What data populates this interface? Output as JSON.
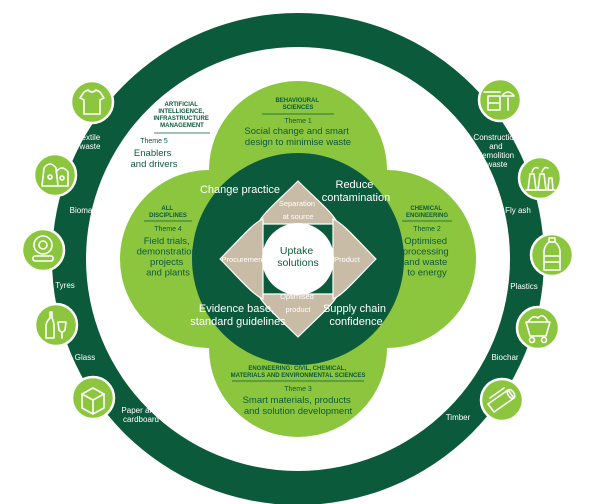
{
  "center": {
    "line1": "Uptake",
    "line2": "solutions"
  },
  "petals": {
    "top": "Separation",
    "top2": "at source",
    "bottom": "Optimised",
    "bottom2": "product",
    "left": "Procurement",
    "right": "Product"
  },
  "quadrants": {
    "tl": [
      "Change practice"
    ],
    "tr": [
      "Reduce",
      "contamination"
    ],
    "bl": [
      "Evidence base,",
      "standard guidelines"
    ],
    "br": [
      "Supply chain",
      "confidence"
    ]
  },
  "themes": {
    "top": {
      "discipline": [
        "BEHAVIOURAL",
        "SCIENCES"
      ],
      "num": "Theme 1",
      "title": [
        "Social change and smart",
        "design to minimise waste"
      ]
    },
    "right": {
      "discipline": [
        "CHEMICAL",
        "ENGINEERING"
      ],
      "num": "Theme 2",
      "title": [
        "Optimised",
        "processing",
        "and waste",
        "to energy"
      ]
    },
    "bottom": {
      "discipline": [
        "ENGINEERING: CIVIL, CHEMICAL,",
        "MATERIALS AND ENVIRONMENTAL SCIENCES"
      ],
      "num": "Theme 3",
      "title": [
        "Smart materials, products",
        "and solution development"
      ]
    },
    "left": {
      "discipline": [
        "ALL",
        "DISCIPLINES"
      ],
      "num": "Theme 4",
      "title": [
        "Field trials,",
        "demonstration",
        "projects",
        "and plants"
      ]
    },
    "fifth": {
      "discipline": [
        "ARTIFICIAL",
        "INTELLIGENCE,",
        "INFRASTRUCTURE",
        "MANAGEMENT"
      ],
      "num": "Theme 5",
      "title": [
        "Enablers",
        "and drivers"
      ]
    }
  },
  "waste_streams": [
    {
      "label": [
        "Textile",
        "waste"
      ],
      "icon": "tshirt-icon"
    },
    {
      "label": [
        "Biomass"
      ],
      "icon": "biomass-icon"
    },
    {
      "label": [
        "Tyres"
      ],
      "icon": "tyres-icon"
    },
    {
      "label": [
        "Glass"
      ],
      "icon": "glass-icon"
    },
    {
      "label": [
        "Paper and",
        "cardboard"
      ],
      "icon": "box-icon"
    },
    {
      "label": [
        "Construction",
        "and",
        "demolition",
        "waste"
      ],
      "icon": "construction-icon"
    },
    {
      "label": [
        "Fly ash"
      ],
      "icon": "fly-ash-icon"
    },
    {
      "label": [
        "Plastics"
      ],
      "icon": "bottle-icon"
    },
    {
      "label": [
        "Biochar"
      ],
      "icon": "mine-cart-icon"
    },
    {
      "label": [
        "Timber"
      ],
      "icon": "timber-icon"
    }
  ],
  "colors": {
    "dark_green": "#0c5a3c",
    "light_green": "#8cc63f",
    "beige": "#c9bca6",
    "white": "#ffffff"
  }
}
